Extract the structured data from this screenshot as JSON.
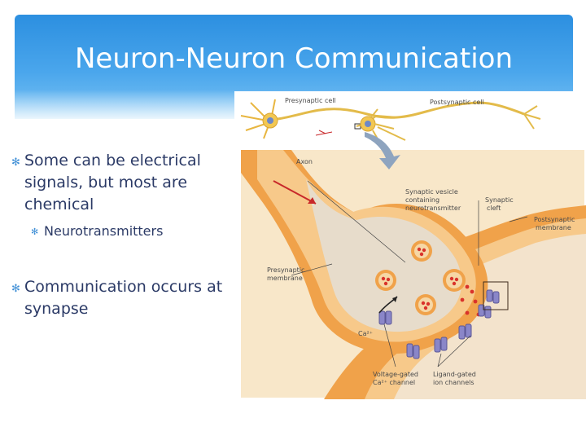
{
  "slide": {
    "title": "Neuron-Neuron Communication",
    "bullets": [
      "Some can be electrical signals, but most are chemical",
      "Neurotransmitters",
      "Communication occurs at synapse"
    ]
  },
  "figure": {
    "labels": {
      "presynaptic_cell": "Presynaptic cell",
      "postsynaptic_cell": "Postsynaptic cell",
      "axon": "Axon",
      "synaptic_vesicle_l1": "Synaptic vesicle",
      "synaptic_vesicle_l2": "containing",
      "synaptic_vesicle_l3": "neurotransmitter",
      "synaptic_cleft_l1": "Synaptic",
      "synaptic_cleft_l2": "cleft",
      "postsynaptic_membrane_l1": "Postsynaptic",
      "postsynaptic_membrane_l2": "membrane",
      "presynaptic_membrane_l1": "Presynaptic",
      "presynaptic_membrane_l2": "membrane",
      "ca_ion": "Ca²⁺",
      "voltage_gated_l1": "Voltage-gated",
      "voltage_gated_l2": "Ca²⁺ channel",
      "ligand_gated_l1": "Ligand-gated",
      "ligand_gated_l2": "ion channels"
    },
    "colors": {
      "neuron_orange": "#f0a24a",
      "neuron_light": "#f7c98a",
      "cell_interior": "#e7dccb",
      "background": "#f8e7c9",
      "channel_purple": "#8a86c8",
      "vesicle_red": "#d9322b",
      "axon_arrow": "#c8282a"
    }
  }
}
